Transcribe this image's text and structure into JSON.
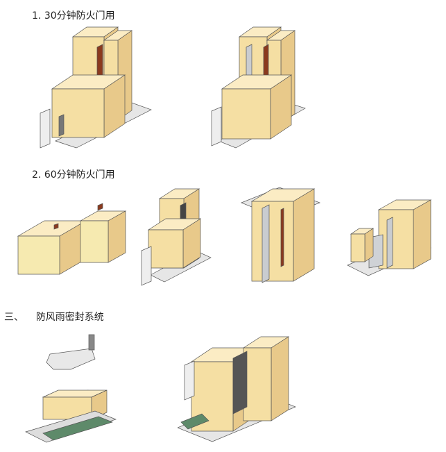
{
  "sections": [
    {
      "number": "1.",
      "title": "30分钟防火门用"
    },
    {
      "number": "2.",
      "title": "60分钟防火门用"
    },
    {
      "number": "三、",
      "title": "防风雨密封系统"
    }
  ],
  "colors": {
    "wood": "#f5dfa3",
    "wood_top": "#fbecc4",
    "wood_side": "#e8c98a",
    "seal": "#8b3a1e",
    "metal": "#c9ccd0",
    "base": "#e6e6e6",
    "brush": "#5e8a6a"
  }
}
